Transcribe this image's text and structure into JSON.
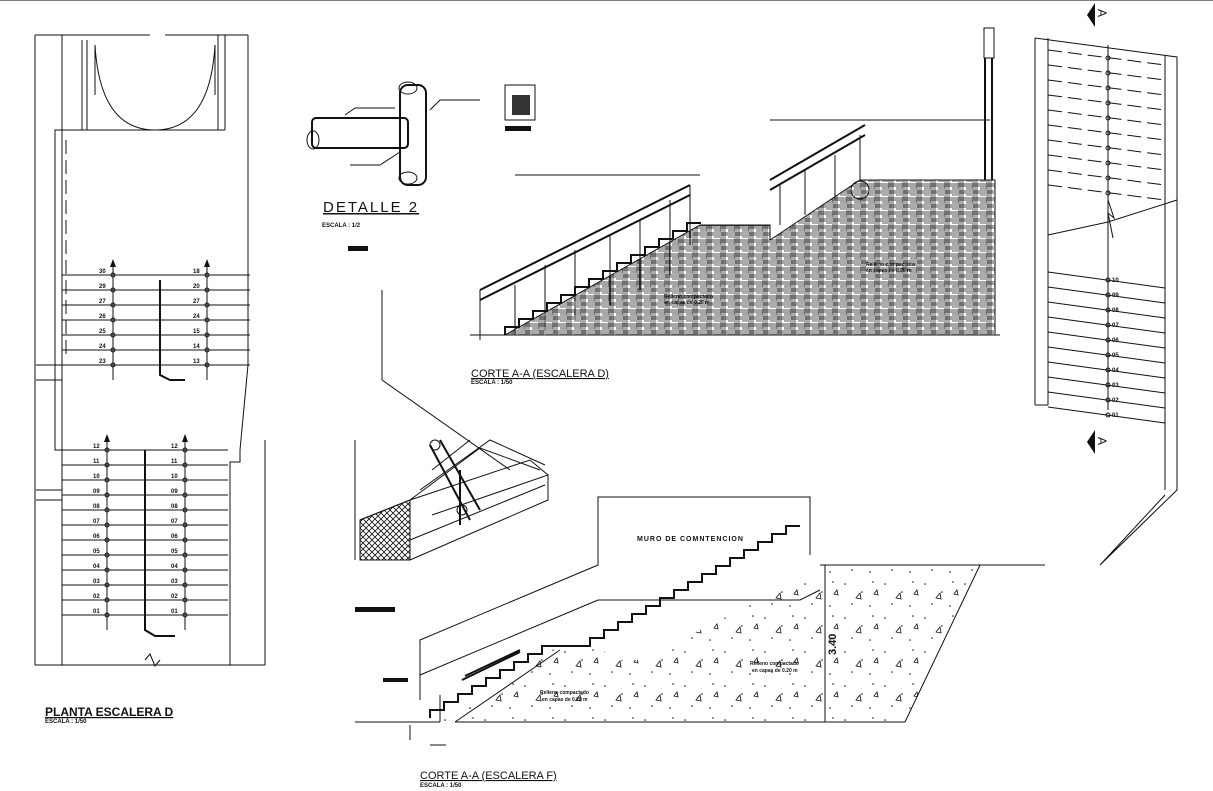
{
  "drawings": {
    "plan_d": {
      "title": "PLANTA ESCALERA  D",
      "scale": "ESCALA : 1/50",
      "upper_left_steps": [
        "30",
        "29",
        "27",
        "26",
        "25",
        "24",
        "23"
      ],
      "upper_right_steps": [
        "18",
        "20",
        "27",
        "24",
        "15",
        "14",
        "13"
      ],
      "lower_left_steps": [
        "12",
        "11",
        "10",
        "09",
        "08",
        "07",
        "06",
        "05",
        "04",
        "03",
        "02",
        "01"
      ],
      "lower_right_steps": [
        "12",
        "11",
        "10",
        "09",
        "08",
        "07",
        "06",
        "05",
        "04",
        "03",
        "02",
        "01"
      ]
    },
    "detail_2": {
      "title": "DETALLE  2",
      "scale": "ESCALA : 1/2"
    },
    "section_d": {
      "title": "CORTE A-A (ESCALERA D)",
      "scale": "ESCALA : 1/50",
      "fill_note_1": "Relleno compactado",
      "fill_note_2": "en capas de 0.20 m"
    },
    "section_f": {
      "title": "CORTE A-A (ESCALERA F)",
      "scale": "ESCALA : 1/50",
      "wall_label": "MURO DE COMNTENCION",
      "height_dim": "3.40",
      "fill_note_1": "Relleno compactado",
      "fill_note_2": "en capas de 0.20 m"
    },
    "plan_right": {
      "section_mark": "A",
      "steps": [
        "10",
        "09",
        "08",
        "07",
        "06",
        "05",
        "04",
        "03",
        "02",
        "01"
      ]
    }
  },
  "colors": {
    "line": "#111111",
    "background": "#ffffff",
    "border_top": "#808080"
  }
}
